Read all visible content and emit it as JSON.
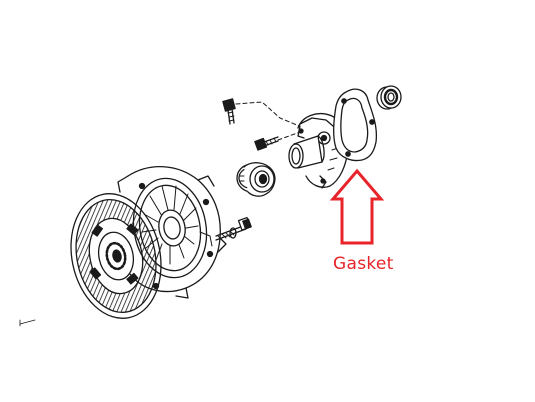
{
  "callout": {
    "label": "Gasket",
    "color": "#e8232a"
  },
  "diagram": {
    "line_color": "#1a1a1a",
    "parts": [
      "clutch-disc",
      "pressure-plate",
      "release-bearing",
      "bearing-guide-tube",
      "gasket",
      "oil-seal",
      "bolts"
    ]
  }
}
